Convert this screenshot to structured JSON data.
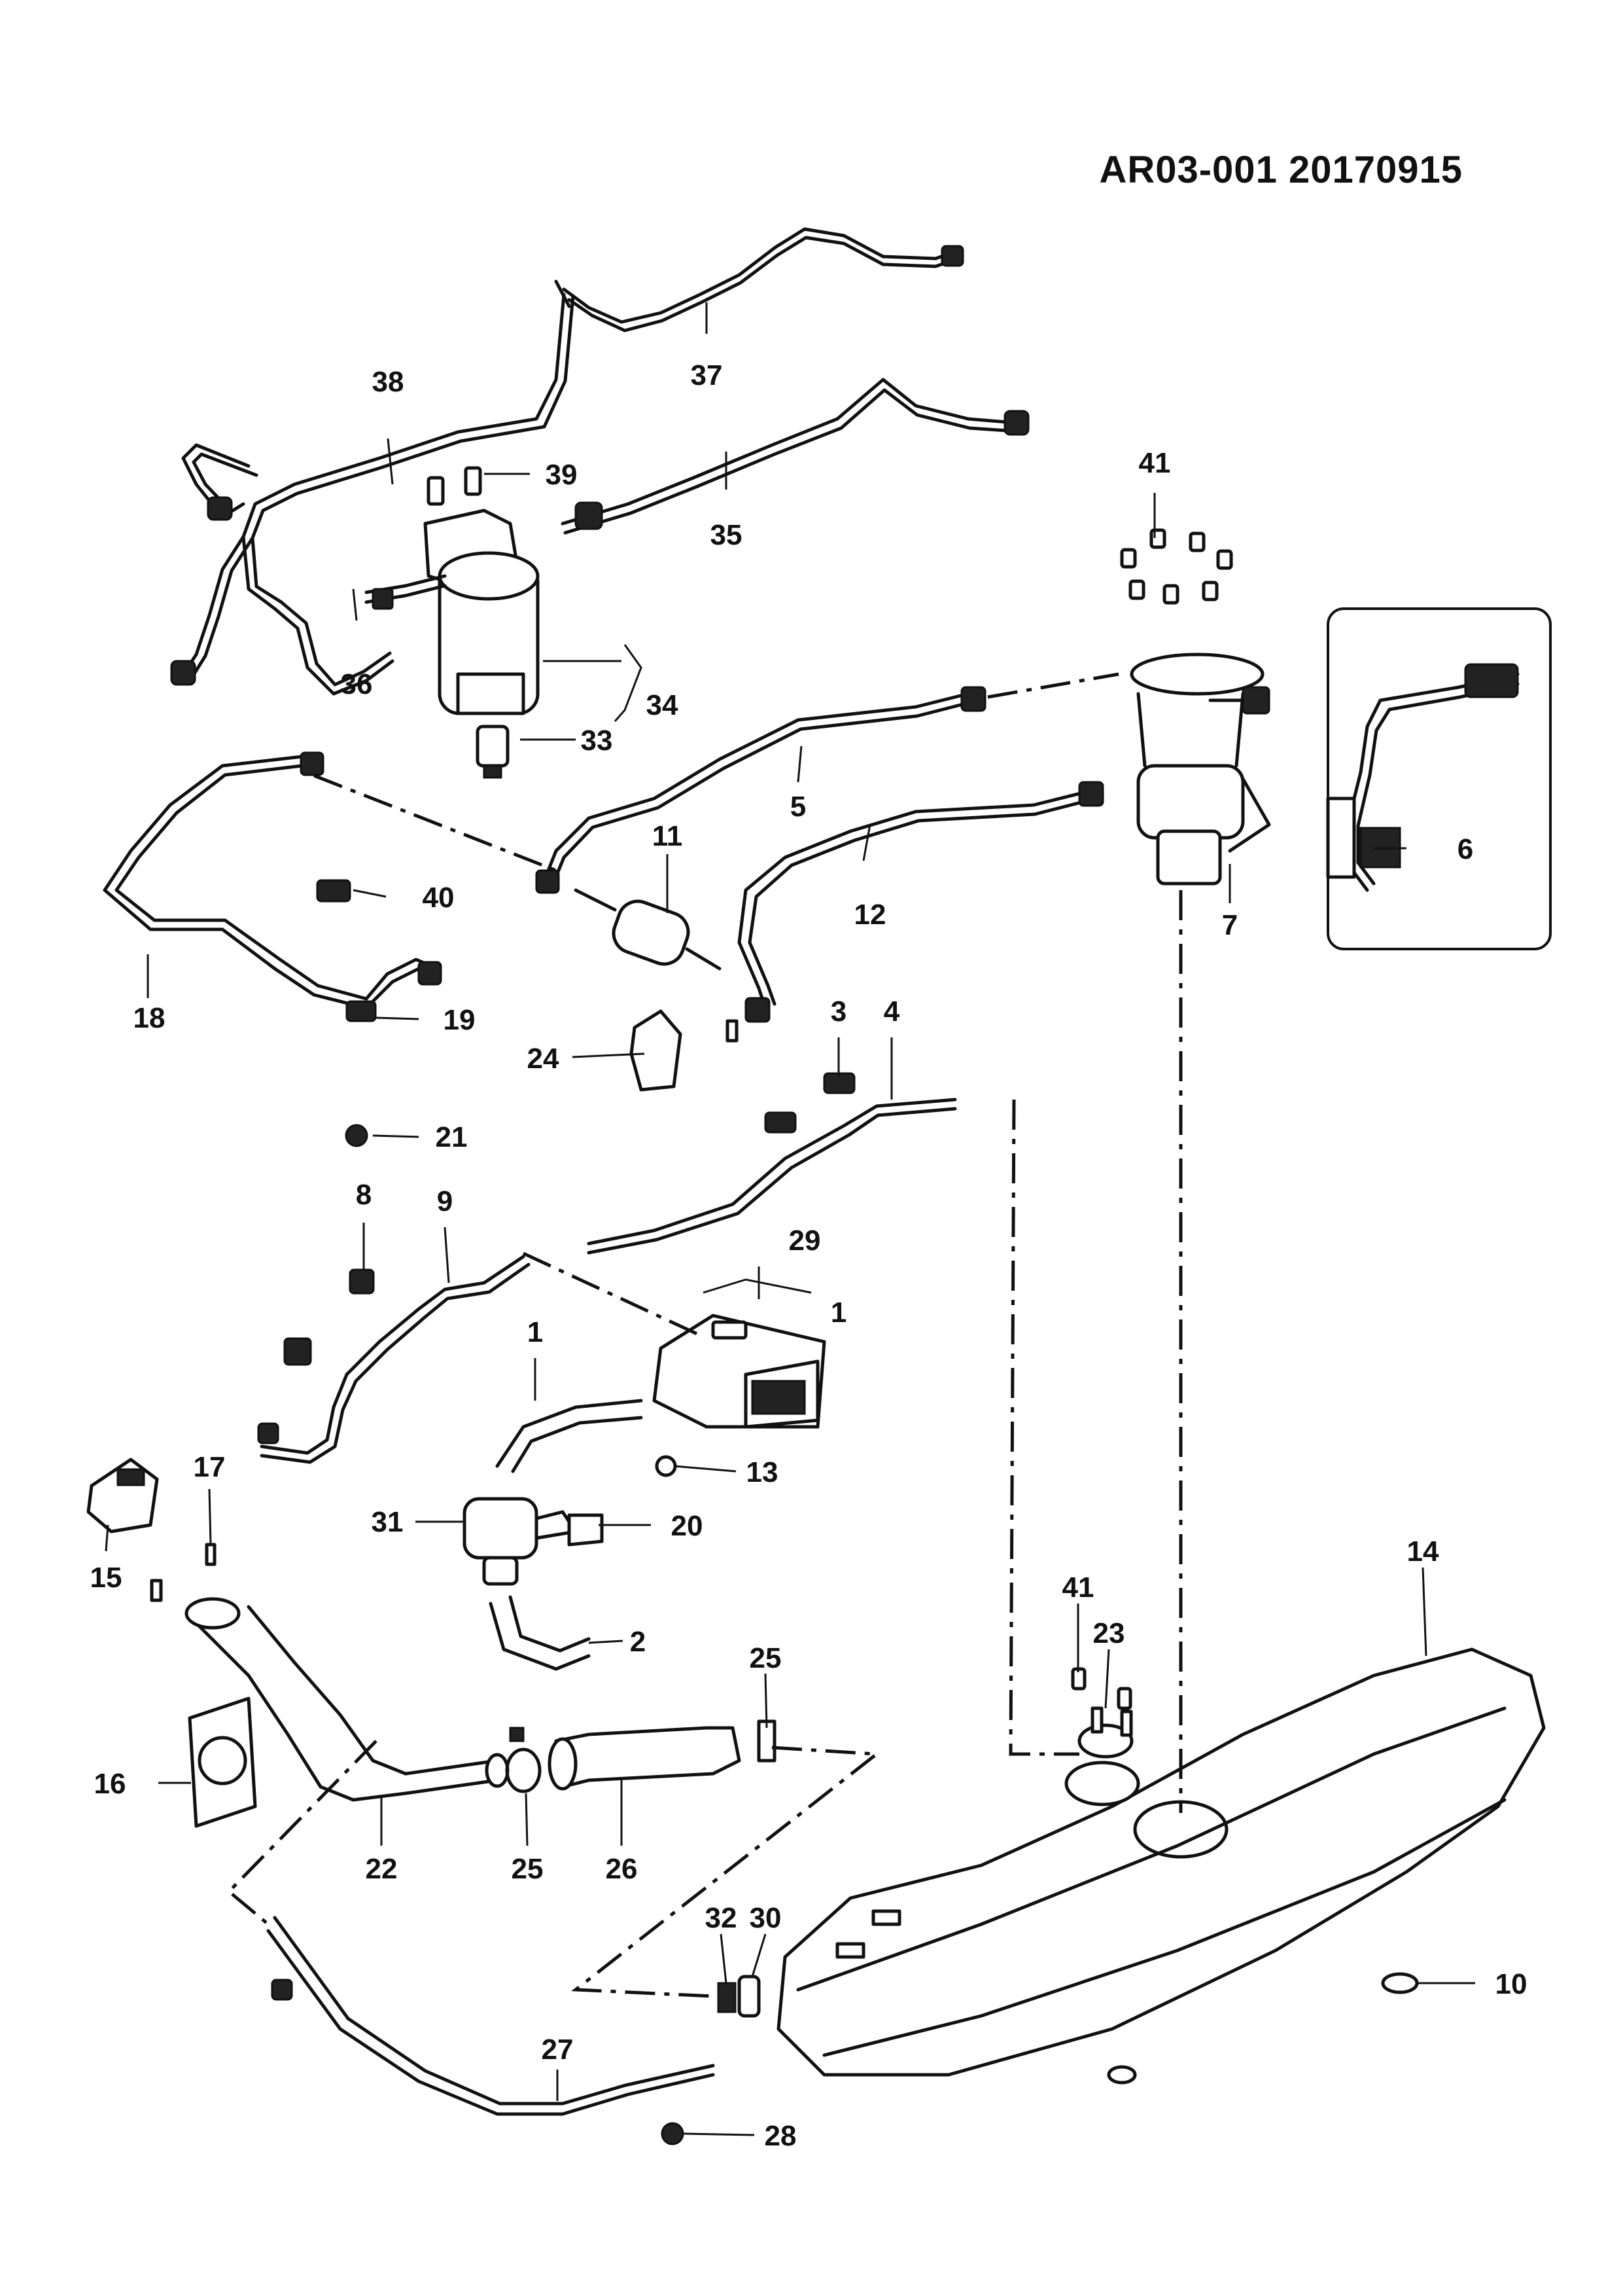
{
  "header": {
    "drawing_id": "AR03-001  20170915"
  },
  "callouts": {
    "c1a": "1",
    "c1b": "1",
    "c2": "2",
    "c3": "3",
    "c4": "4",
    "c5": "5",
    "c6": "6",
    "c7": "7",
    "c8": "8",
    "c9": "9",
    "c10": "10",
    "c11": "11",
    "c12": "12",
    "c13": "13",
    "c14": "14",
    "c15": "15",
    "c16": "16",
    "c17": "17",
    "c18": "18",
    "c19": "19",
    "c20": "20",
    "c21": "21",
    "c22": "22",
    "c23": "23",
    "c24": "24",
    "c25a": "25",
    "c25b": "25",
    "c26": "26",
    "c27": "27",
    "c28": "28",
    "c29": "29",
    "c30": "30",
    "c31": "31",
    "c32": "32",
    "c33": "33",
    "c34": "34",
    "c35": "35",
    "c36": "36",
    "c37": "37",
    "c38": "38",
    "c39": "39",
    "c40": "40",
    "c41a": "41",
    "c41b": "41"
  }
}
